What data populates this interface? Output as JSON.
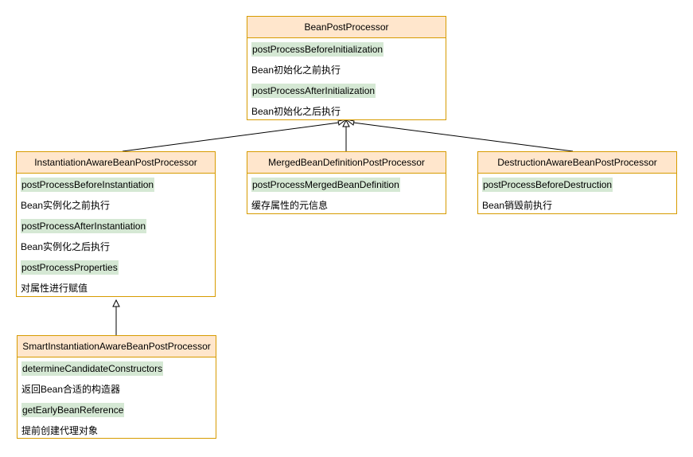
{
  "classes": {
    "bean_post_processor": {
      "name": "BeanPostProcessor",
      "members": [
        {
          "text": "postProcessBeforeInitialization",
          "highlight": true
        },
        {
          "text": "Bean初始化之前执行",
          "highlight": false
        },
        {
          "text": "postProcessAfterInitialization",
          "highlight": true
        },
        {
          "text": "Bean初始化之后执行",
          "highlight": false
        }
      ]
    },
    "instantiation_aware": {
      "name": "InstantiationAwareBeanPostProcessor",
      "members": [
        {
          "text": "postProcessBeforeInstantiation",
          "highlight": true
        },
        {
          "text": "Bean实例化之前执行",
          "highlight": false
        },
        {
          "text": "postProcessAfterInstantiation",
          "highlight": true
        },
        {
          "text": "Bean实例化之后执行",
          "highlight": false
        },
        {
          "text": "postProcessProperties",
          "highlight": true
        },
        {
          "text": "对属性进行赋值",
          "highlight": false
        }
      ]
    },
    "merged_bean_definition": {
      "name": "MergedBeanDefinitionPostProcessor",
      "members": [
        {
          "text": "postProcessMergedBeanDefinition",
          "highlight": true
        },
        {
          "text": "缓存属性的元信息",
          "highlight": false
        }
      ]
    },
    "destruction_aware": {
      "name": "DestructionAwareBeanPostProcessor",
      "members": [
        {
          "text": "postProcessBeforeDestruction",
          "highlight": true
        },
        {
          "text": "Bean销毁前执行",
          "highlight": false
        }
      ]
    },
    "smart_instantiation_aware": {
      "name": "SmartInstantiationAwareBeanPostProcessor",
      "members": [
        {
          "text": "determineCandidateConstructors",
          "highlight": true
        },
        {
          "text": "返回Bean合适的构造器",
          "highlight": false
        },
        {
          "text": "getEarlyBeanReference",
          "highlight": true
        },
        {
          "text": "提前创建代理对象",
          "highlight": false
        }
      ]
    }
  },
  "relations": [
    {
      "type": "inheritance",
      "from": "instantiation_aware",
      "to": "bean_post_processor"
    },
    {
      "type": "inheritance",
      "from": "merged_bean_definition",
      "to": "bean_post_processor"
    },
    {
      "type": "inheritance",
      "from": "destruction_aware",
      "to": "bean_post_processor"
    },
    {
      "type": "inheritance",
      "from": "smart_instantiation_aware",
      "to": "instantiation_aware"
    }
  ],
  "colors": {
    "header_fill": "#ffe6cc",
    "border": "#d79b00",
    "highlight_fill": "#d5e8d4",
    "edge": "#000000"
  }
}
